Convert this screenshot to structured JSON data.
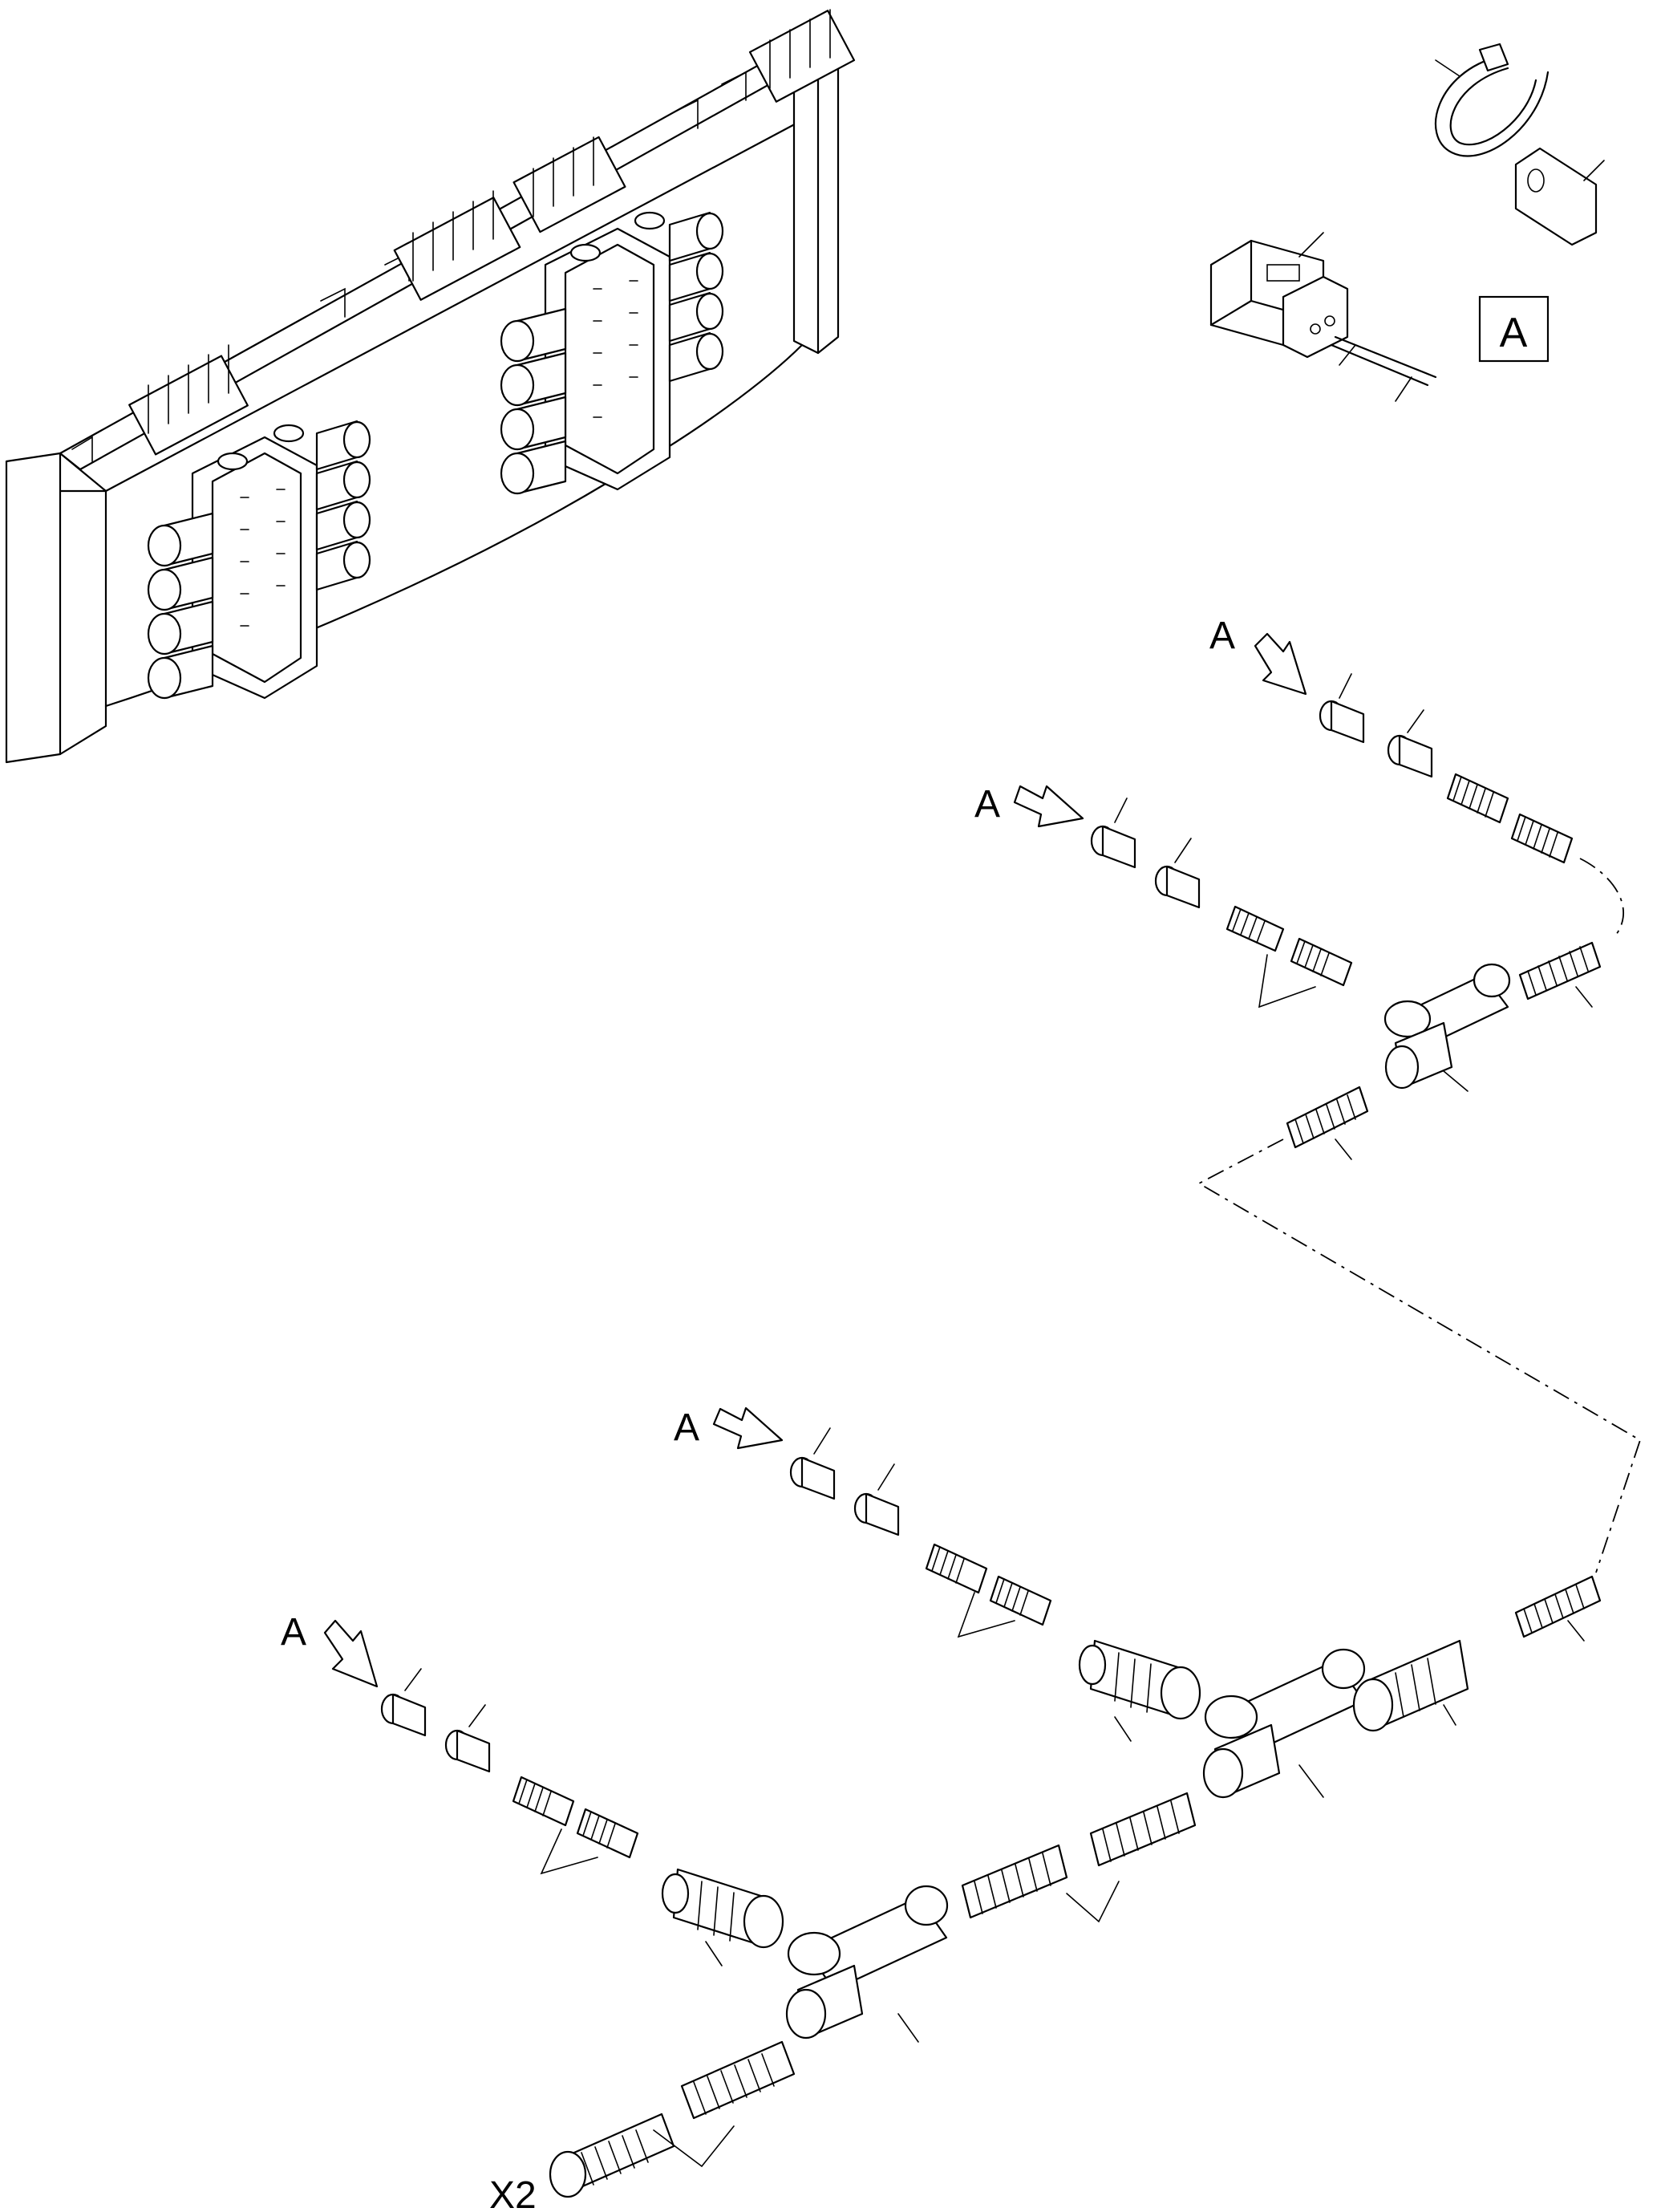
{
  "callouts": {
    "a_label": "A",
    "x2_label": "X2"
  },
  "detail_box": {
    "label": "A"
  },
  "colors": {
    "ink": "#000000",
    "paper": "#ffffff"
  }
}
